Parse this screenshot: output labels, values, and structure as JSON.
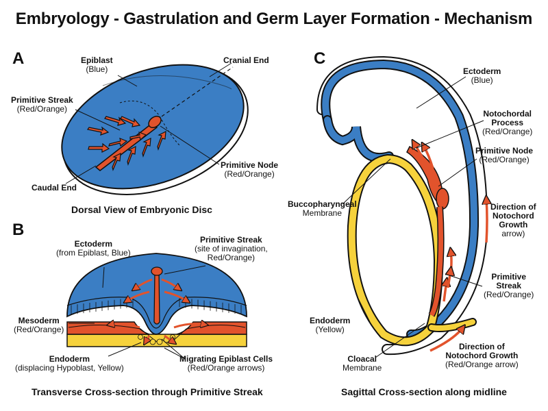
{
  "title": "Embryology - Gastrulation and Germ Layer Formation - Mechanism",
  "colors": {
    "ectoderm_blue": "#3b7ec4",
    "mesoderm_red": "#e2532c",
    "endoderm_yellow": "#f6d23c",
    "outline": "#111111"
  },
  "panel_a": {
    "letter": "A",
    "caption": "Dorsal View of Embryonic Disc",
    "labels": {
      "epiblast": {
        "name": "Epiblast",
        "note": "(Blue)"
      },
      "cranial_end": {
        "name": "Cranial End"
      },
      "primitive_streak": {
        "name": "Primitive Streak",
        "note": "(Red/Orange)"
      },
      "primitive_node": {
        "name": "Primitive Node",
        "note": "(Red/Orange)"
      },
      "caudal_end": {
        "name": "Caudal End"
      }
    }
  },
  "panel_b": {
    "letter": "B",
    "caption": "Transverse Cross-section through Primitive Streak",
    "labels": {
      "ectoderm": {
        "name": "Ectoderm",
        "note": "(from Epiblast, Blue)"
      },
      "primitive_streak": {
        "name": "Primitive Streak",
        "note1": "(site of invagination,",
        "note2": "Red/Orange)"
      },
      "mesoderm": {
        "name": "Mesoderm",
        "note": "(Red/Orange)"
      },
      "endoderm": {
        "name": "Endoderm",
        "note": "(displacing Hypoblast, Yellow)"
      },
      "migrating": {
        "name": "Migrating Epiblast Cells",
        "note": "(Red/Orange arrows)"
      }
    }
  },
  "panel_c": {
    "letter": "C",
    "caption": "Sagittal Cross-section along midline",
    "labels": {
      "ectoderm": {
        "name": "Ectoderm",
        "note": "(Blue)"
      },
      "notochordal_process": {
        "name1": "Notochordal",
        "name2": "Process",
        "note": "(Red/Orange)"
      },
      "primitive_node": {
        "name": "Primitive Node",
        "note": "(Red/Orange)"
      },
      "buccopharyngeal": {
        "name": "Buccopharyngeal",
        "note": "Membrane"
      },
      "direction_upper": {
        "name1": "Direction of",
        "name2": "Notochord",
        "name3": "Growth",
        "note": "arrow)"
      },
      "primitive_streak": {
        "name1": "Primitive",
        "name2": "Streak",
        "note": "(Red/Orange)"
      },
      "endoderm": {
        "name": "Endoderm",
        "note": "(Yellow)"
      },
      "cloacal": {
        "name": "Cloacal",
        "note": "Membrane"
      },
      "direction_lower": {
        "name1": "Direction of",
        "name2": "Notochord Growth",
        "note": "(Red/Orange arrow)"
      }
    }
  }
}
